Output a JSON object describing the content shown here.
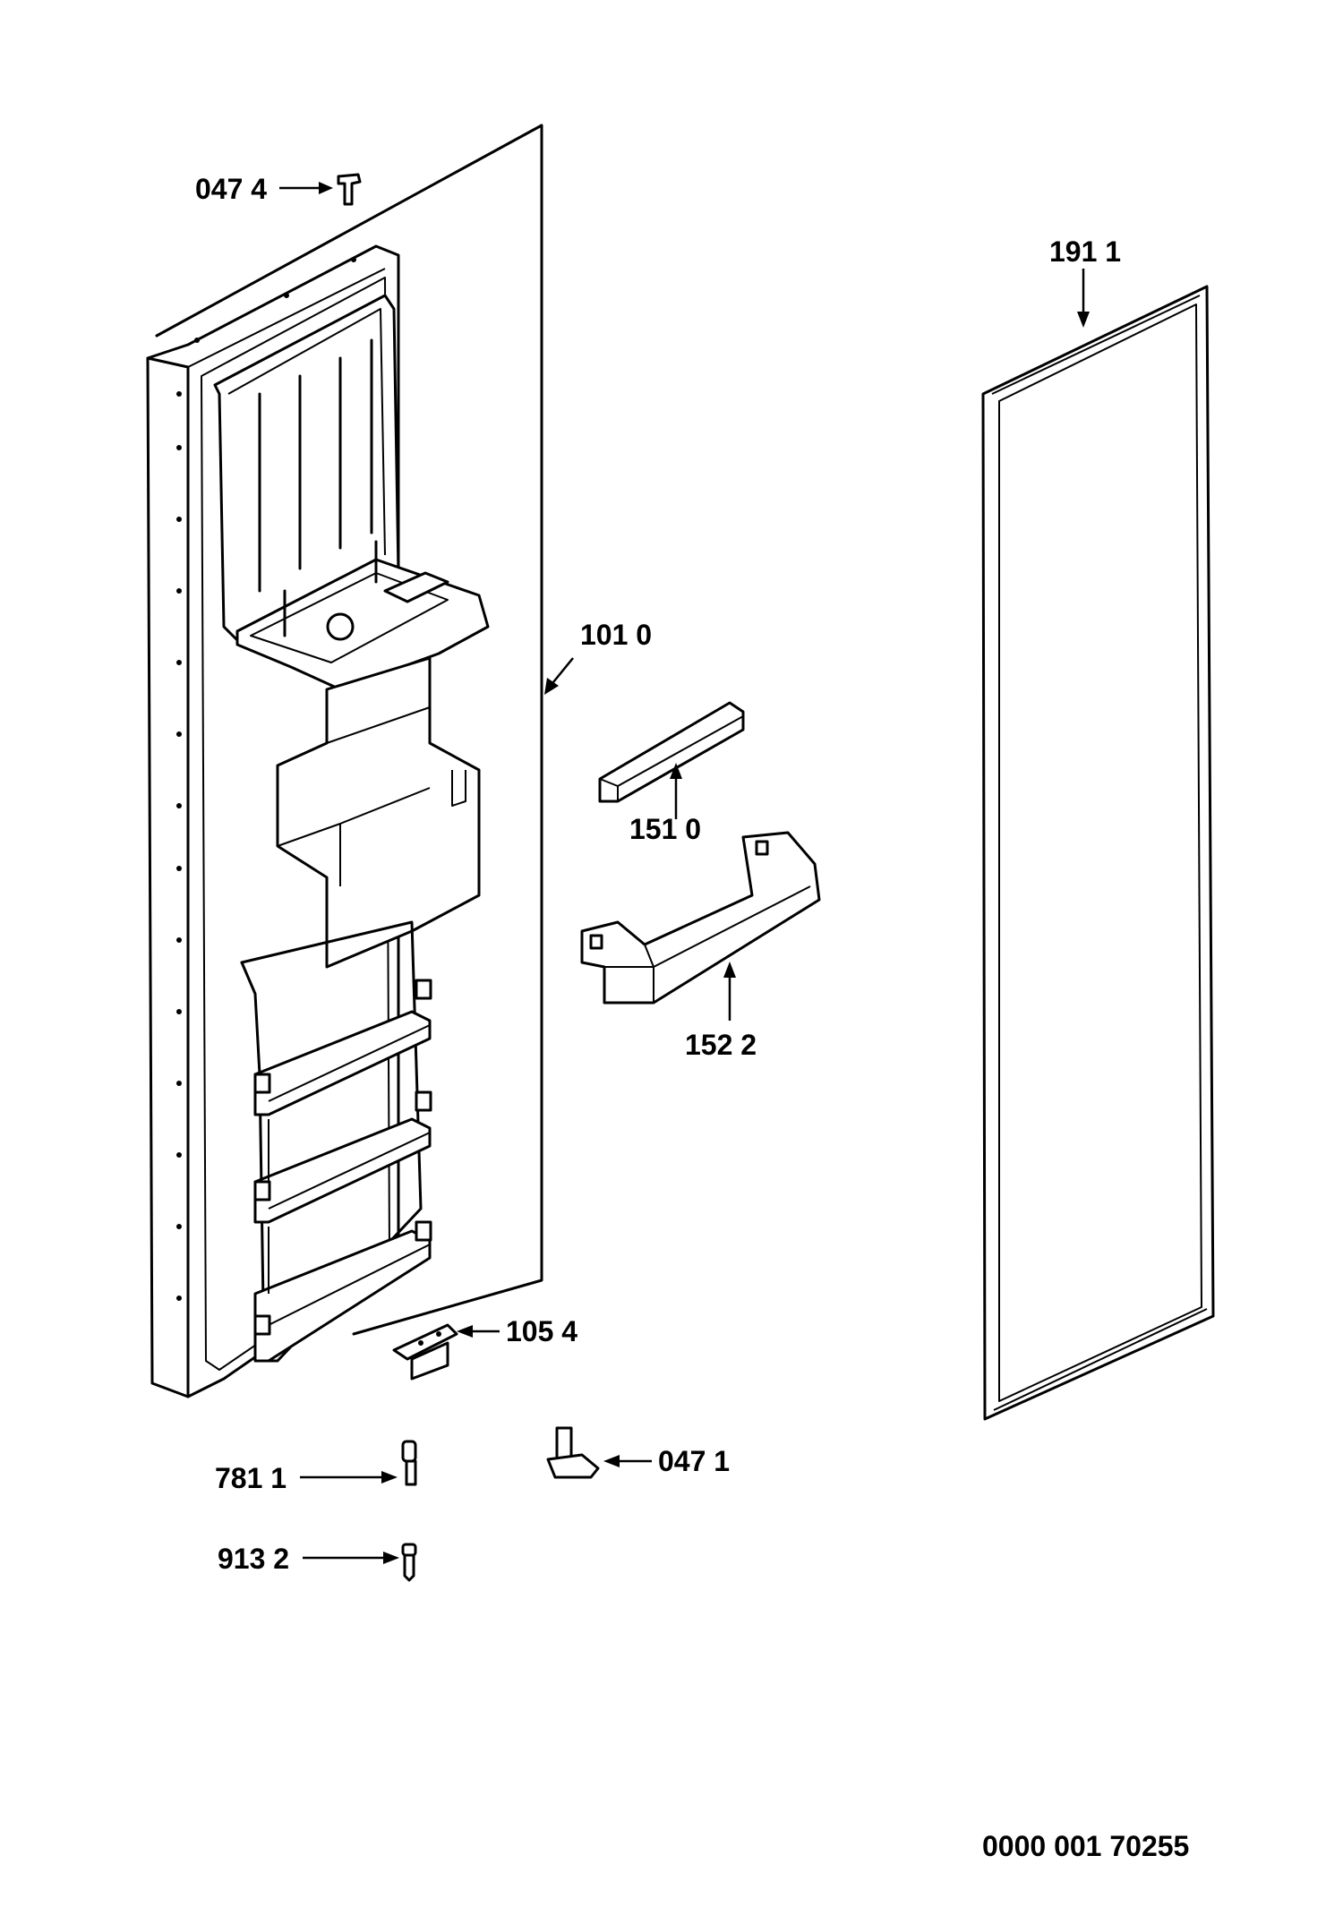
{
  "labels": {
    "p0474": "047 4",
    "p1911": "191 1",
    "p1010": "101 0",
    "p1510": "151 0",
    "p1522": "152 2",
    "p1054": "105 4",
    "p7811": "781 1",
    "p0471": "047 1",
    "p9132": "913 2"
  },
  "footer": {
    "code": "0000 001 70255"
  },
  "colors": {
    "ink": "#000000",
    "paper": "#ffffff"
  }
}
